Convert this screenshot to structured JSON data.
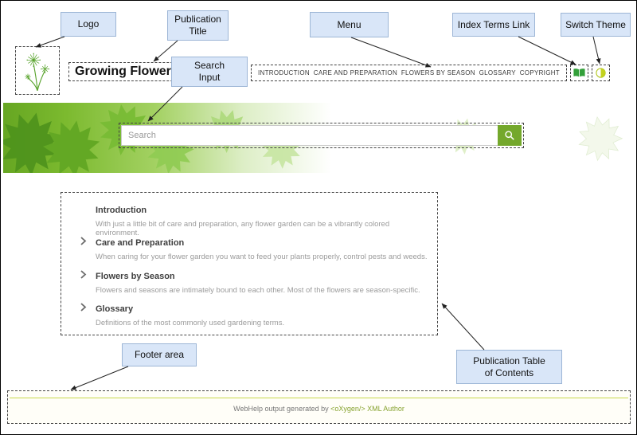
{
  "annotations": {
    "logo": "Logo",
    "publication_title": "Publication\nTitle",
    "menu": "Menu",
    "index_terms_link": "Index Terms Link",
    "switch_theme": "Switch Theme",
    "search_input": "Search\nInput",
    "footer_area": "Footer area",
    "publication_toc": "Publication Table\nof Contents"
  },
  "header": {
    "title": "Growing Flowers",
    "menu_items": [
      "INTRODUCTION",
      "CARE AND PREPARATION",
      "FLOWERS BY SEASON",
      "GLOSSARY",
      "COPYRIGHT"
    ],
    "icons": {
      "index_terms": "book-icon",
      "switch_theme": "theme-toggle-icon",
      "logo": "dandelion-logo-icon"
    }
  },
  "search": {
    "placeholder": "Search",
    "icon": "magnifier-icon"
  },
  "toc": {
    "items": [
      {
        "title": "Introduction",
        "desc": "With just a little bit of care and preparation, any flower garden can be a vibrantly colored environment.",
        "expandable": false
      },
      {
        "title": "Care and Preparation",
        "desc": "When caring for your flower garden you want to feed your plants properly, control pests and weeds.",
        "expandable": true
      },
      {
        "title": "Flowers by Season",
        "desc": "Flowers and seasons are intimately bound to each other. Most of the flowers are season-specific.",
        "expandable": true
      },
      {
        "title": "Glossary",
        "desc": "Definitions of the most commonly used gardening terms.",
        "expandable": true
      }
    ]
  },
  "footer": {
    "prefix": "WebHelp output generated by ",
    "link": "<oXygen/> XML Author"
  },
  "colors": {
    "banner_green": "#66a622",
    "accent_green": "#74a82c",
    "callout_bg": "#d9e6f8",
    "footer_link": "#87a330"
  }
}
